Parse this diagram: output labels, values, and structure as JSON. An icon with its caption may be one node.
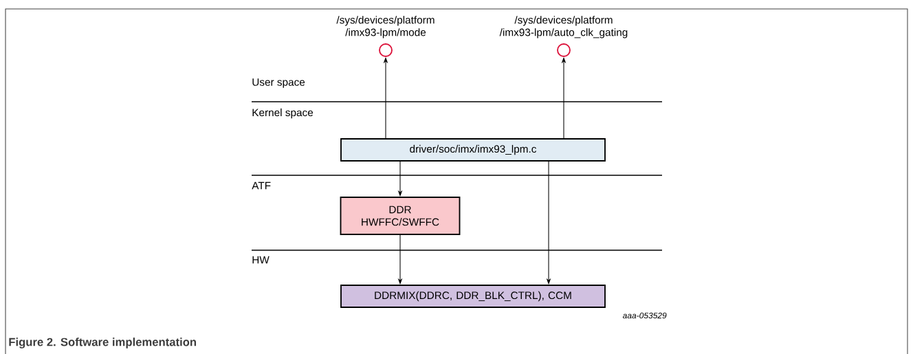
{
  "diagram": {
    "caption": "Figure 2. Software implementation",
    "nodes": [
      {
        "text": [],
        "shape": "circle",
        "beside": [
          "/sys/devices/platform /imx93-lpm/mode"
        ]
      },
      {
        "text": [],
        "shape": "circle",
        "beside": [
          "/sys/devices/platform /imx93-lpm/auto_clk_gating"
        ]
      },
      {
        "text": [
          "driver/soc/imx/imx93_lpm.c"
        ]
      },
      {
        "text": [
          "DDR HWFFC/SWFFC"
        ]
      },
      {
        "text": [
          "DDRMIX(DDRC, DDR_BLK_CTRL), CCM"
        ]
      }
    ],
    "edges": [
      {
        "from": 2,
        "to": 0,
        "arrow": "to"
      },
      {
        "from": 2,
        "to": 1,
        "arrow": "to"
      },
      {
        "from": 2,
        "to": 3,
        "arrow": "to"
      },
      {
        "from": 3,
        "to": 4,
        "arrow": "to"
      },
      {
        "from": 2,
        "to": 4,
        "arrow": "to"
      }
    ],
    "labels": [
      "User space",
      "Kernel space",
      "ATF",
      "HW",
      "aaa-053529"
    ]
  }
}
